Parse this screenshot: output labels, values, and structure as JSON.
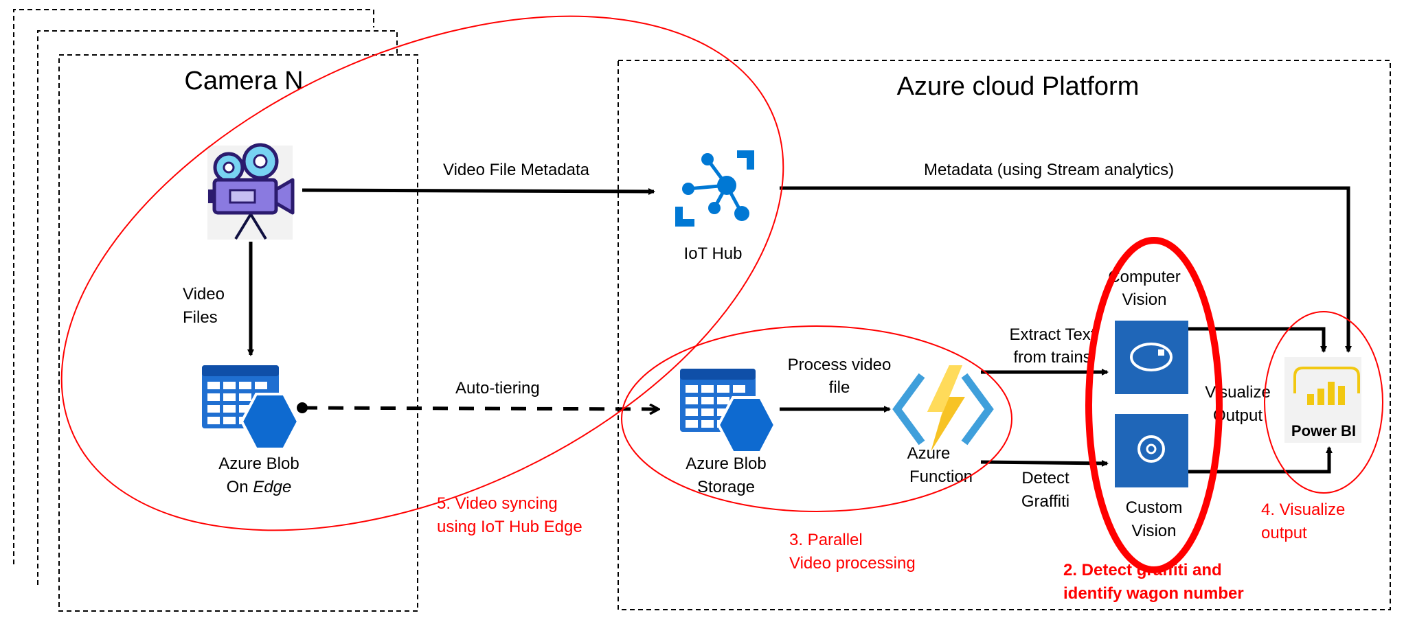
{
  "camera": {
    "title": "Camera N",
    "video_files": [
      "Video",
      "Files"
    ],
    "blob_edge": [
      "Azure Blob",
      "On ",
      "Edge"
    ]
  },
  "cloud": {
    "title": "Azure cloud Platform"
  },
  "iot_hub": {
    "label": "IoT Hub"
  },
  "arrows": {
    "video_file_metadata": "Video File Metadata",
    "metadata_stream": "Metadata (using Stream analytics)",
    "auto_tiering": "Auto-tiering",
    "process_video": [
      "Process video",
      "file"
    ],
    "extract_text": [
      "Extract Text",
      "from trains"
    ],
    "detect_graffiti": [
      "Detect",
      "Graffiti"
    ],
    "visualize_output": [
      "Visualize",
      "Output"
    ]
  },
  "blob_storage": {
    "label": [
      "Azure Blob",
      "Storage"
    ]
  },
  "azure_function": {
    "label": [
      "Azure",
      "Function"
    ]
  },
  "computer_vision": {
    "label": [
      "Computer",
      "Vision"
    ]
  },
  "custom_vision": {
    "label": [
      "Custom",
      "Vision"
    ]
  },
  "power_bi": {
    "label": "Power BI"
  },
  "annotations": {
    "step2": [
      "2. Detect graffiti and",
      "identify wagon number"
    ],
    "step3": [
      "3. Parallel",
      "Video processing"
    ],
    "step4": [
      "4. Visualize",
      "output"
    ],
    "step5": [
      "5. Video syncing",
      "using IoT Hub Edge"
    ]
  },
  "colors": {
    "annotation": "#ff0000",
    "azure_blue": "#1f6fd1",
    "vision_tile": "#1f66b8",
    "powerbi_gold": "#f2c811"
  }
}
